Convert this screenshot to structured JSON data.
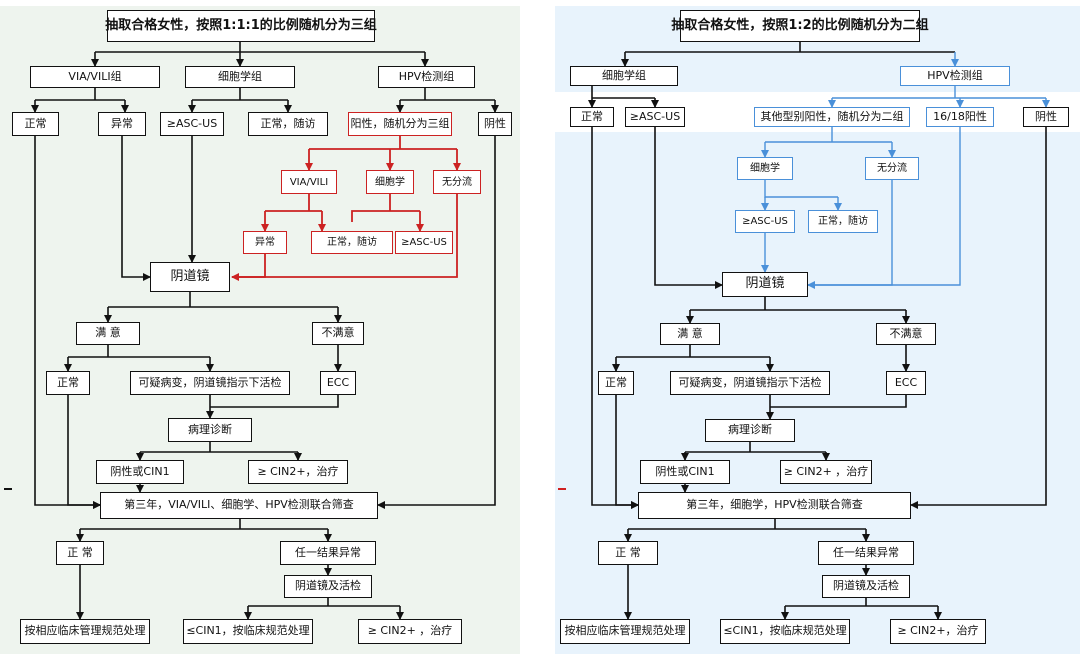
{
  "left": {
    "title": "抽取合格女性，按照1:1:1的比例随机分为三组",
    "group_via": "VIA/VILI组",
    "group_cyto": "细胞学组",
    "group_hpv": "HPV检测组",
    "normal": "正常",
    "abnormal": "异常",
    "ascus": "≥ASC-US",
    "normal_followup": "正常，随访",
    "hpv_positive_split": "阳性，随机分为三组",
    "negative": "阴性",
    "sub_via": "VIA/VILI",
    "sub_cyto": "细胞学",
    "sub_notriage": "无分流",
    "sub_abnormal": "异常",
    "sub_normal_followup": "正常，随访",
    "sub_ascus": "≥ASC-US",
    "colposcopy": "阴道镜",
    "satisfied": "满 意",
    "unsatisfied": "不满意",
    "normal2": "正常",
    "suspicious_biopsy": "可疑病变，阴道镜指示下活检",
    "ecc": "ECC",
    "pathology": "病理诊断",
    "neg_cin1": "阴性或CIN1",
    "cin2_treat": "≥ CIN2+，治疗",
    "year3_screen": "第三年，VIA/VILI、细胞学、HPV检测联合筛查",
    "final_normal": "正 常",
    "any_abnormal": "任一结果异常",
    "colpo_biopsy": "阴道镜及活检",
    "manage_clinical": "按相应临床管理规范处理",
    "le_cin1": "≤CIN1，按临床规范处理",
    "ge_cin2": "≥ CIN2+ ，治疗"
  },
  "right": {
    "title": "抽取合格女性，按照1:2的比例随机分为二组",
    "group_cyto": "细胞学组",
    "group_hpv": "HPV检测组",
    "normal": "正常",
    "ascus": "≥ASC-US",
    "other_pos_split": "其他型别阳性，随机分为二组",
    "pos_16_18": "16/18阳性",
    "negative": "阴性",
    "sub_cyto": "细胞学",
    "sub_notriage": "无分流",
    "sub_ascus": "≥ASC-US",
    "sub_normal_followup": "正常，随访",
    "colposcopy": "阴道镜",
    "satisfied": "满 意",
    "unsatisfied": "不满意",
    "normal2": "正常",
    "suspicious_biopsy": "可疑病变，阴道镜指示下活检",
    "ecc": "ECC",
    "pathology": "病理诊断",
    "neg_cin1": "阴性或CIN1",
    "cin2_treat": "≥ CIN2+ ，治疗",
    "year3_screen": "第三年，细胞学，HPV检测联合筛查",
    "final_normal": "正 常",
    "any_abnormal": "任一结果异常",
    "colpo_biopsy": "阴道镜及活检",
    "manage_clinical": "按相应临床管理规范处理",
    "le_cin1": "≤CIN1，按临床规范处理",
    "ge_cin2": "≥ CIN2+，治疗"
  },
  "colors": {
    "red": "#cc2222",
    "blue": "#4a90d9",
    "black": "#111111"
  }
}
